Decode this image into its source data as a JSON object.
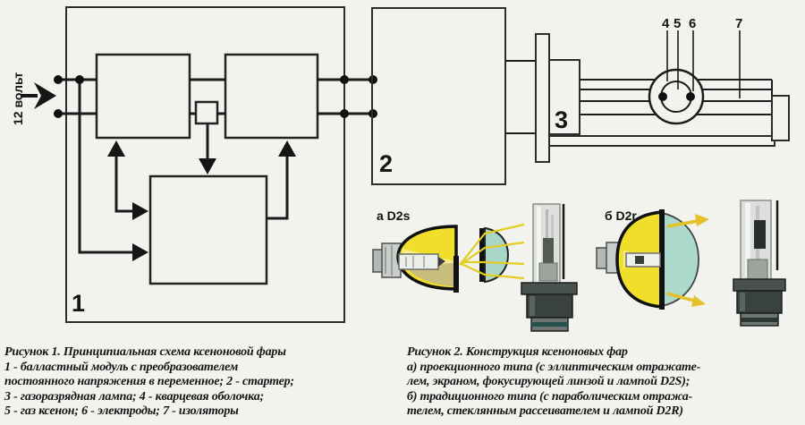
{
  "figure1": {
    "voltage_label": "12 вольт",
    "labels": {
      "ballast": "1",
      "starter": "2",
      "lamp": "3",
      "quartz": "4",
      "xenon": "5",
      "electrodes": "6",
      "insulators": "7"
    }
  },
  "figure2": {
    "variant_a_label": "а D2s",
    "variant_b_label": "б D2r"
  },
  "captions": {
    "figure1": {
      "title": "Рисунок 1. Принципиальная схема ксеноновой фары",
      "lines": [
        "1 - балластный модуль с преобразователем",
        "постоянного напряжения в переменное; 2 - стартер;",
        "3 - газоразрядная лампа; 4 - кварцевая оболочка;",
        "5 - газ ксенон; 6 - электроды; 7 - изоляторы"
      ]
    },
    "figure2": {
      "title": "Рисунок 2. Конструкция ксеноновых фар",
      "lines": [
        "а) проекционного типа (с эллиптическим отражате-",
        "лем, экраном, фокусирующей линзой и лампой D2S);",
        "б) традиционного типа (с параболическим отража-",
        "телем, стеклянным рассеивателем и лампой D2R)"
      ]
    }
  },
  "colors": {
    "line": "#1c1c1c",
    "background": "#f2f2ee",
    "reflector_yellow": "#f0df2a",
    "ray_yellow": "#f7ee8a",
    "ray_line": "#e3cd20",
    "lens_teal": "#a8d7ca",
    "shadow_olive": "#c9bd7c",
    "socket_gray": "#c6cac7",
    "glass_gray": "#dcdfdb",
    "base_dark": "#39423f",
    "arrow_gold": "#e2c227"
  }
}
